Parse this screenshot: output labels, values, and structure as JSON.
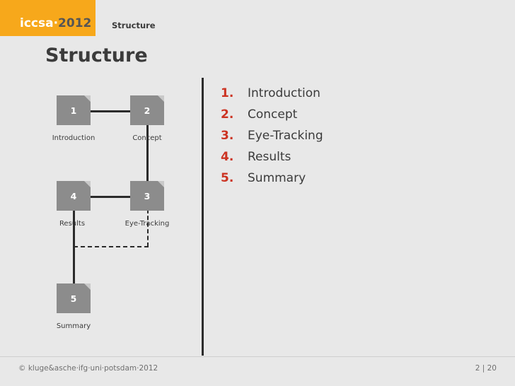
{
  "header": {
    "brand_name": "iccsa",
    "brand_separator": "·",
    "brand_year": "2012",
    "section_title": "Structure"
  },
  "page": {
    "title": "Structure"
  },
  "diagram": {
    "nodes": [
      {
        "number": "1",
        "label": "Introduction"
      },
      {
        "number": "2",
        "label": "Concept"
      },
      {
        "number": "3",
        "label": "Eye-Tracking"
      },
      {
        "number": "4",
        "label": "Results"
      },
      {
        "number": "5",
        "label": "Summary"
      }
    ]
  },
  "agenda": {
    "items": [
      {
        "number": "1.",
        "label": "Introduction"
      },
      {
        "number": "2.",
        "label": "Concept"
      },
      {
        "number": "3.",
        "label": "Eye-Tracking"
      },
      {
        "number": "4.",
        "label": "Results"
      },
      {
        "number": "5.",
        "label": "Summary"
      }
    ]
  },
  "footer": {
    "copyright": "© kluge&asche·ifg·uni·potsdam·2012",
    "page_number": "2 | 20"
  },
  "colors": {
    "brand_block": "#f7a81b",
    "node_fill": "#8c8c8c",
    "accent_number": "#cc3322",
    "background": "#e8e8e8",
    "text": "#3b3b3b"
  }
}
